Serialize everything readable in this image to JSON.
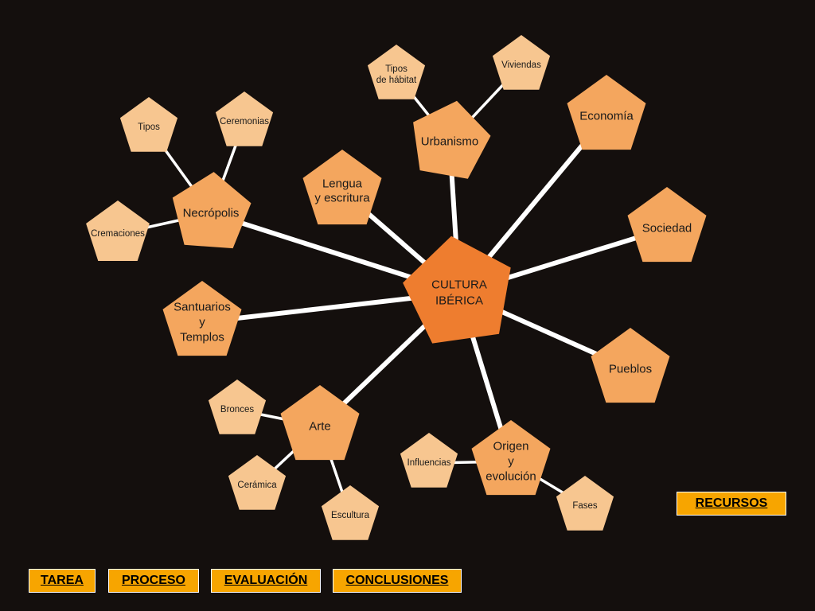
{
  "colors": {
    "background": "#140f0d",
    "center_fill": "#ee7d2f",
    "main_fill": "#f4a65e",
    "sub_fill": "#f7c690",
    "connector": "#ffffff",
    "button_fill": "#f7a500"
  },
  "center": {
    "label": [
      "CULTURA",
      "IBÉRICA"
    ]
  },
  "topics": {
    "necropolis": [
      "Necrópolis"
    ],
    "lengua": [
      "Lengua",
      "y escritura"
    ],
    "urbanismo": [
      "Urbanismo"
    ],
    "economia": [
      "Economía"
    ],
    "sociedad": [
      "Sociedad"
    ],
    "pueblos": [
      "Pueblos"
    ],
    "origen": [
      "Origen",
      "y",
      "evolución"
    ],
    "arte": [
      "Arte"
    ],
    "santuarios": [
      "Santuarios",
      "y",
      "Templos"
    ]
  },
  "subtopics": {
    "tipos": [
      "Tipos"
    ],
    "ceremonias": [
      "Ceremonias"
    ],
    "cremaciones": [
      "Cremaciones"
    ],
    "tipos_habitat": [
      "Tipos",
      "de hábitat"
    ],
    "viviendas": [
      "Viviendas"
    ],
    "bronces": [
      "Bronces"
    ],
    "ceramica": [
      "Cerámica"
    ],
    "escultura": [
      "Escultura"
    ],
    "influencias": [
      "Influencias"
    ],
    "fases": [
      "Fases"
    ]
  },
  "nav": {
    "recursos": "RECURSOS",
    "tarea": "TAREA",
    "proceso": "PROCESO",
    "evaluacion": "EVALUACIÓN",
    "conclusiones": "CONCLUSIONES"
  }
}
